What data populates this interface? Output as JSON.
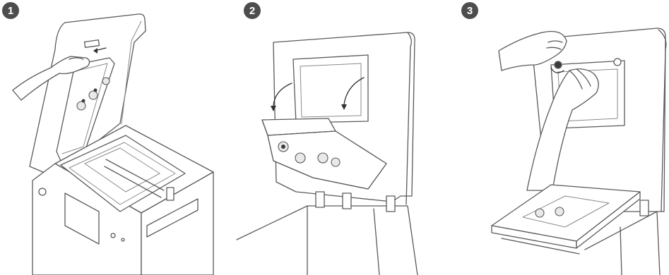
{
  "steps": [
    {
      "number": "1"
    },
    {
      "number": "2"
    },
    {
      "number": "3"
    }
  ],
  "colors": {
    "badge": "#4d4d4d",
    "line": "#5a5a5a",
    "arrow": "#2f2f2f"
  },
  "icons": [
    "step-badge",
    "printer-lid-illustration",
    "down-arrow",
    "rotate-knob-icon"
  ]
}
